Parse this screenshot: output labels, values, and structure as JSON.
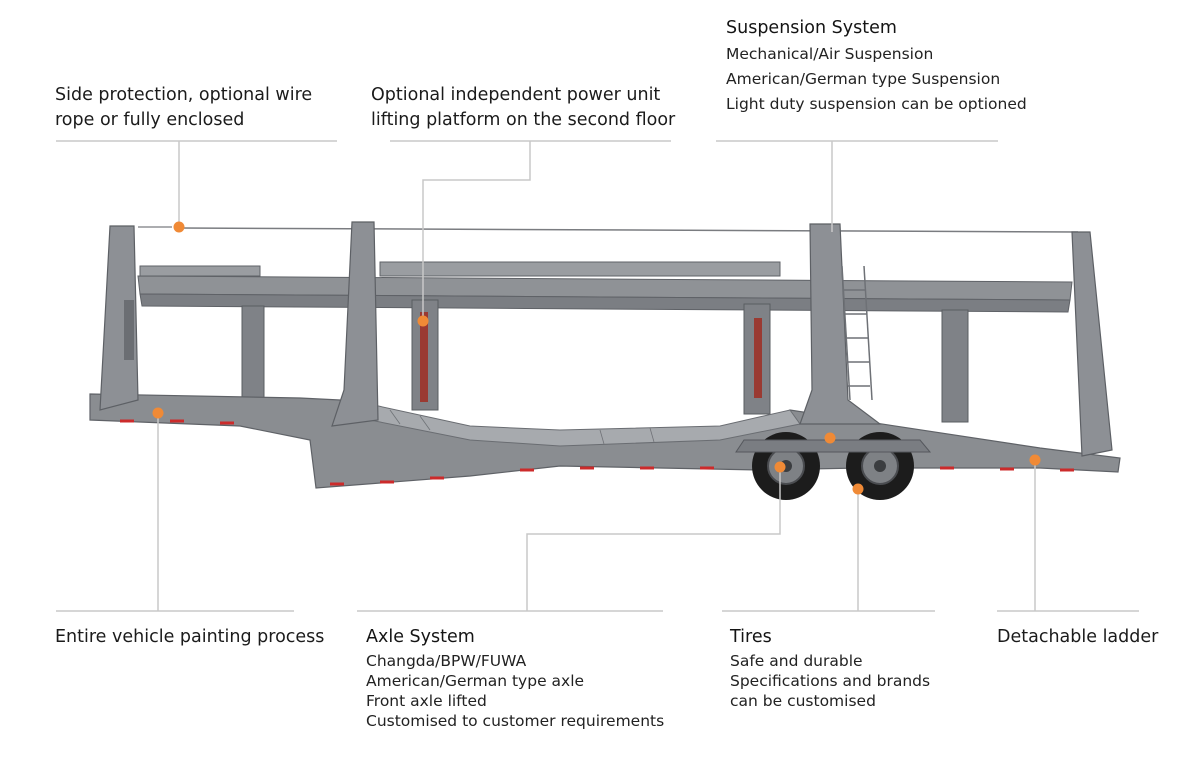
{
  "callouts": {
    "side_protection": {
      "lines": [
        "Side protection, optional wire",
        "rope or fully enclosed"
      ]
    },
    "power_unit": {
      "lines": [
        "Optional independent power unit",
        "lifting platform on the second floor"
      ]
    },
    "suspension": {
      "title": "Suspension System",
      "lines": [
        "Mechanical/Air Suspension",
        "American/German type Suspension",
        "Light duty suspension can be optioned"
      ]
    },
    "painting": {
      "title": "Entire vehicle painting process"
    },
    "axle": {
      "title": "Axle System",
      "lines": [
        "Changda/BPW/FUWA",
        "American/German type axle",
        "Front axle lifted",
        "Customised to customer requirements"
      ]
    },
    "tires": {
      "title": "Tires",
      "lines": [
        "Safe and durable",
        "Specifications and brands",
        "can be customised"
      ]
    },
    "ladder": {
      "title": "Detachable ladder"
    }
  },
  "colors": {
    "marker": "#f08a36",
    "leader": "#c8c8c8",
    "trailer": "#8b8e92",
    "trailer_dark": "#5e6166",
    "reflector_red": "#cc2b2b"
  }
}
